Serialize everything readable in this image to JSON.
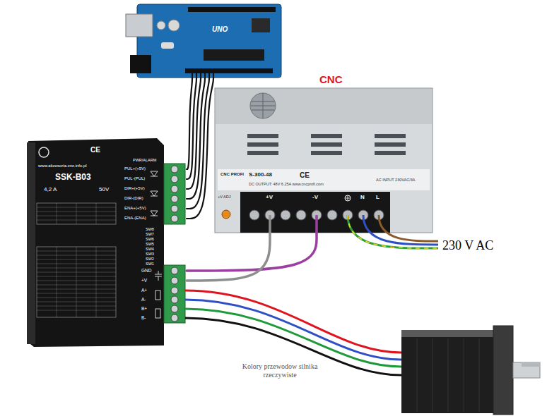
{
  "diagram": {
    "nodes": [
      {
        "text": [
          "UNO"
        ]
      },
      {
        "text": [
          "CNC",
          "S-300-48"
        ]
      },
      {
        "text": [
          "www.akcesoria.cnc.info.pl",
          "SSK-B03",
          "4,2 A",
          "50V"
        ]
      }
    ],
    "edges": [
      {
        "from": 0,
        "to": 2,
        "arrow": "none"
      },
      {
        "from": 0,
        "to": 2,
        "arrow": "none"
      },
      {
        "from": 0,
        "to": 2,
        "arrow": "none"
      },
      {
        "from": 0,
        "to": 2,
        "arrow": "none"
      },
      {
        "from": 0,
        "to": 2,
        "arrow": "none"
      },
      {
        "from": 0,
        "to": 2,
        "arrow": "none"
      },
      {
        "from": 1,
        "to": 2,
        "arrow": "none"
      },
      {
        "from": 1,
        "to": 2,
        "arrow": "none"
      }
    ],
    "labels": [
      "CE",
      "PWR/ALARM",
      "PUL+(+5V)",
      "PUL-(PUL)",
      "DIR+(+5V)",
      "DIR-(DIR)",
      "ENA+(+5V)",
      "ENA-(ENA)",
      "SW8",
      "SW7",
      "SW6",
      "SW5",
      "SW4",
      "SW3",
      "SW2",
      "SW1",
      "GND",
      "+V",
      "A+",
      "A-",
      "B+",
      "B-",
      "CNC PROFI",
      "DC OUTPUT: 48V 6.25A www.cncprofi.com",
      "CE",
      "AC INPUT 230VAC/3A",
      "+V ADJ",
      "+V",
      "-V",
      "N",
      "L",
      "230 V AC",
      "Kolory przewodow silnika rzeczywiste"
    ]
  }
}
